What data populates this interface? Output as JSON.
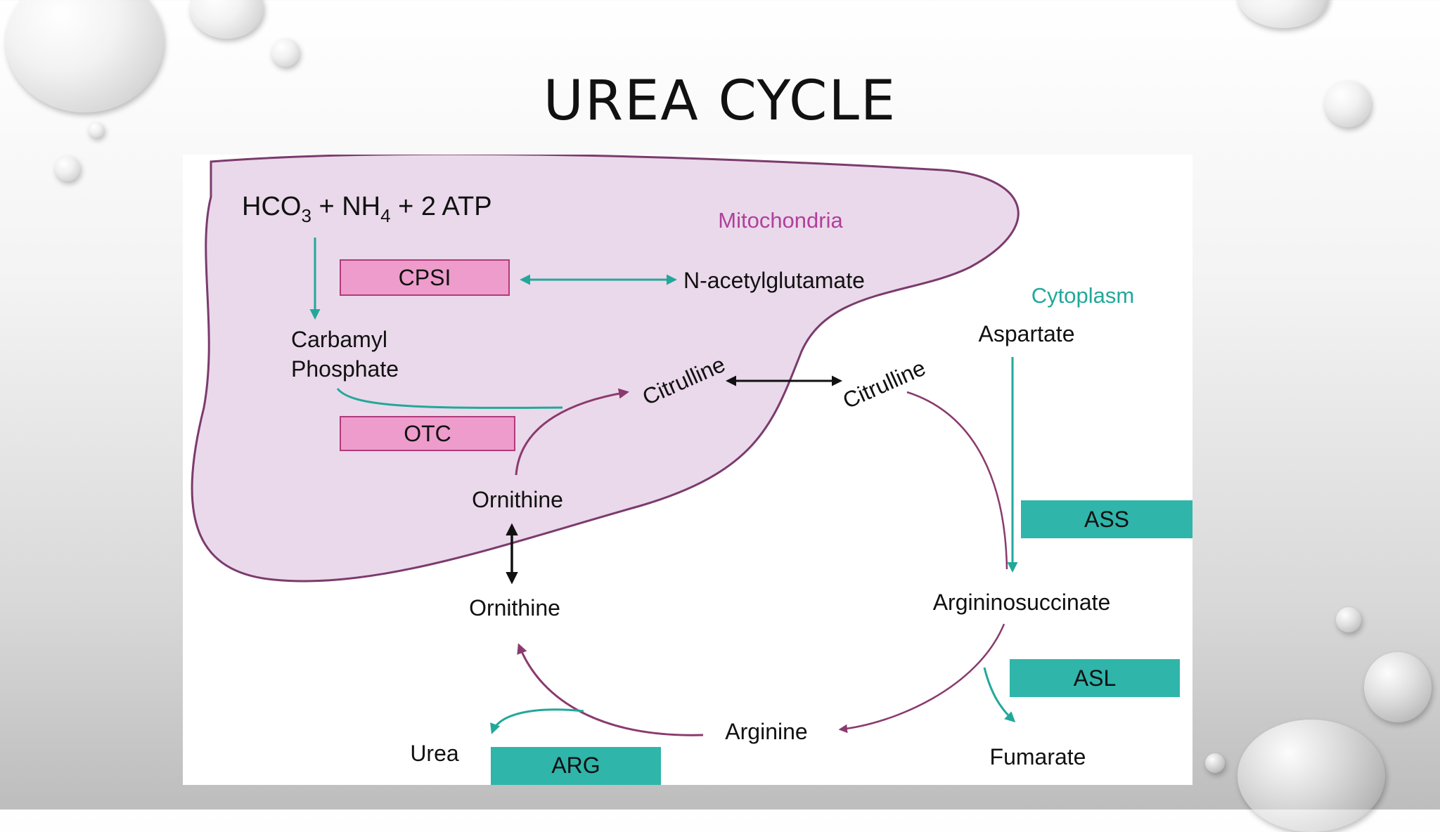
{
  "slide": {
    "title": "UREA CYCLE"
  },
  "diagram": {
    "compartments": {
      "mitochondria": "Mitochondria",
      "cytoplasm": "Cytoplasm"
    },
    "reactants": {
      "hco": "HCO",
      "hco_sub": "3",
      "plus1": " + NH",
      "nh_sub": "4",
      "plus2": " + 2 ATP"
    },
    "enzymes": {
      "cpsi": "CPSI",
      "otc": "OTC",
      "ass": "ASS",
      "asl": "ASL",
      "arg": "ARG"
    },
    "metabolites": {
      "n_acetylglutamate": "N-acetylglutamate",
      "carbamyl": "Carbamyl",
      "phosphate": "Phosphate",
      "citrulline_mito": "Citrulline",
      "citrulline_cyto": "Citrulline",
      "ornithine_mito": "Ornithine",
      "ornithine_cyto": "Ornithine",
      "aspartate": "Aspartate",
      "argininosuccinate": "Argininosuccinate",
      "fumarate": "Fumarate",
      "arginine": "Arginine",
      "urea": "Urea"
    },
    "colors": {
      "mitochondria_fill": "#ead9ea",
      "mitochondria_stroke": "#7b3b6e",
      "mitochondria_label": "#b0409c",
      "pink_box_fill": "#ee9ccb",
      "pink_box_stroke": "#b23a7c",
      "teal": "#22a89a",
      "teal_box": "#2fb5aa",
      "plum_arrow": "#8a3a6e",
      "black_arrow": "#111111"
    }
  }
}
